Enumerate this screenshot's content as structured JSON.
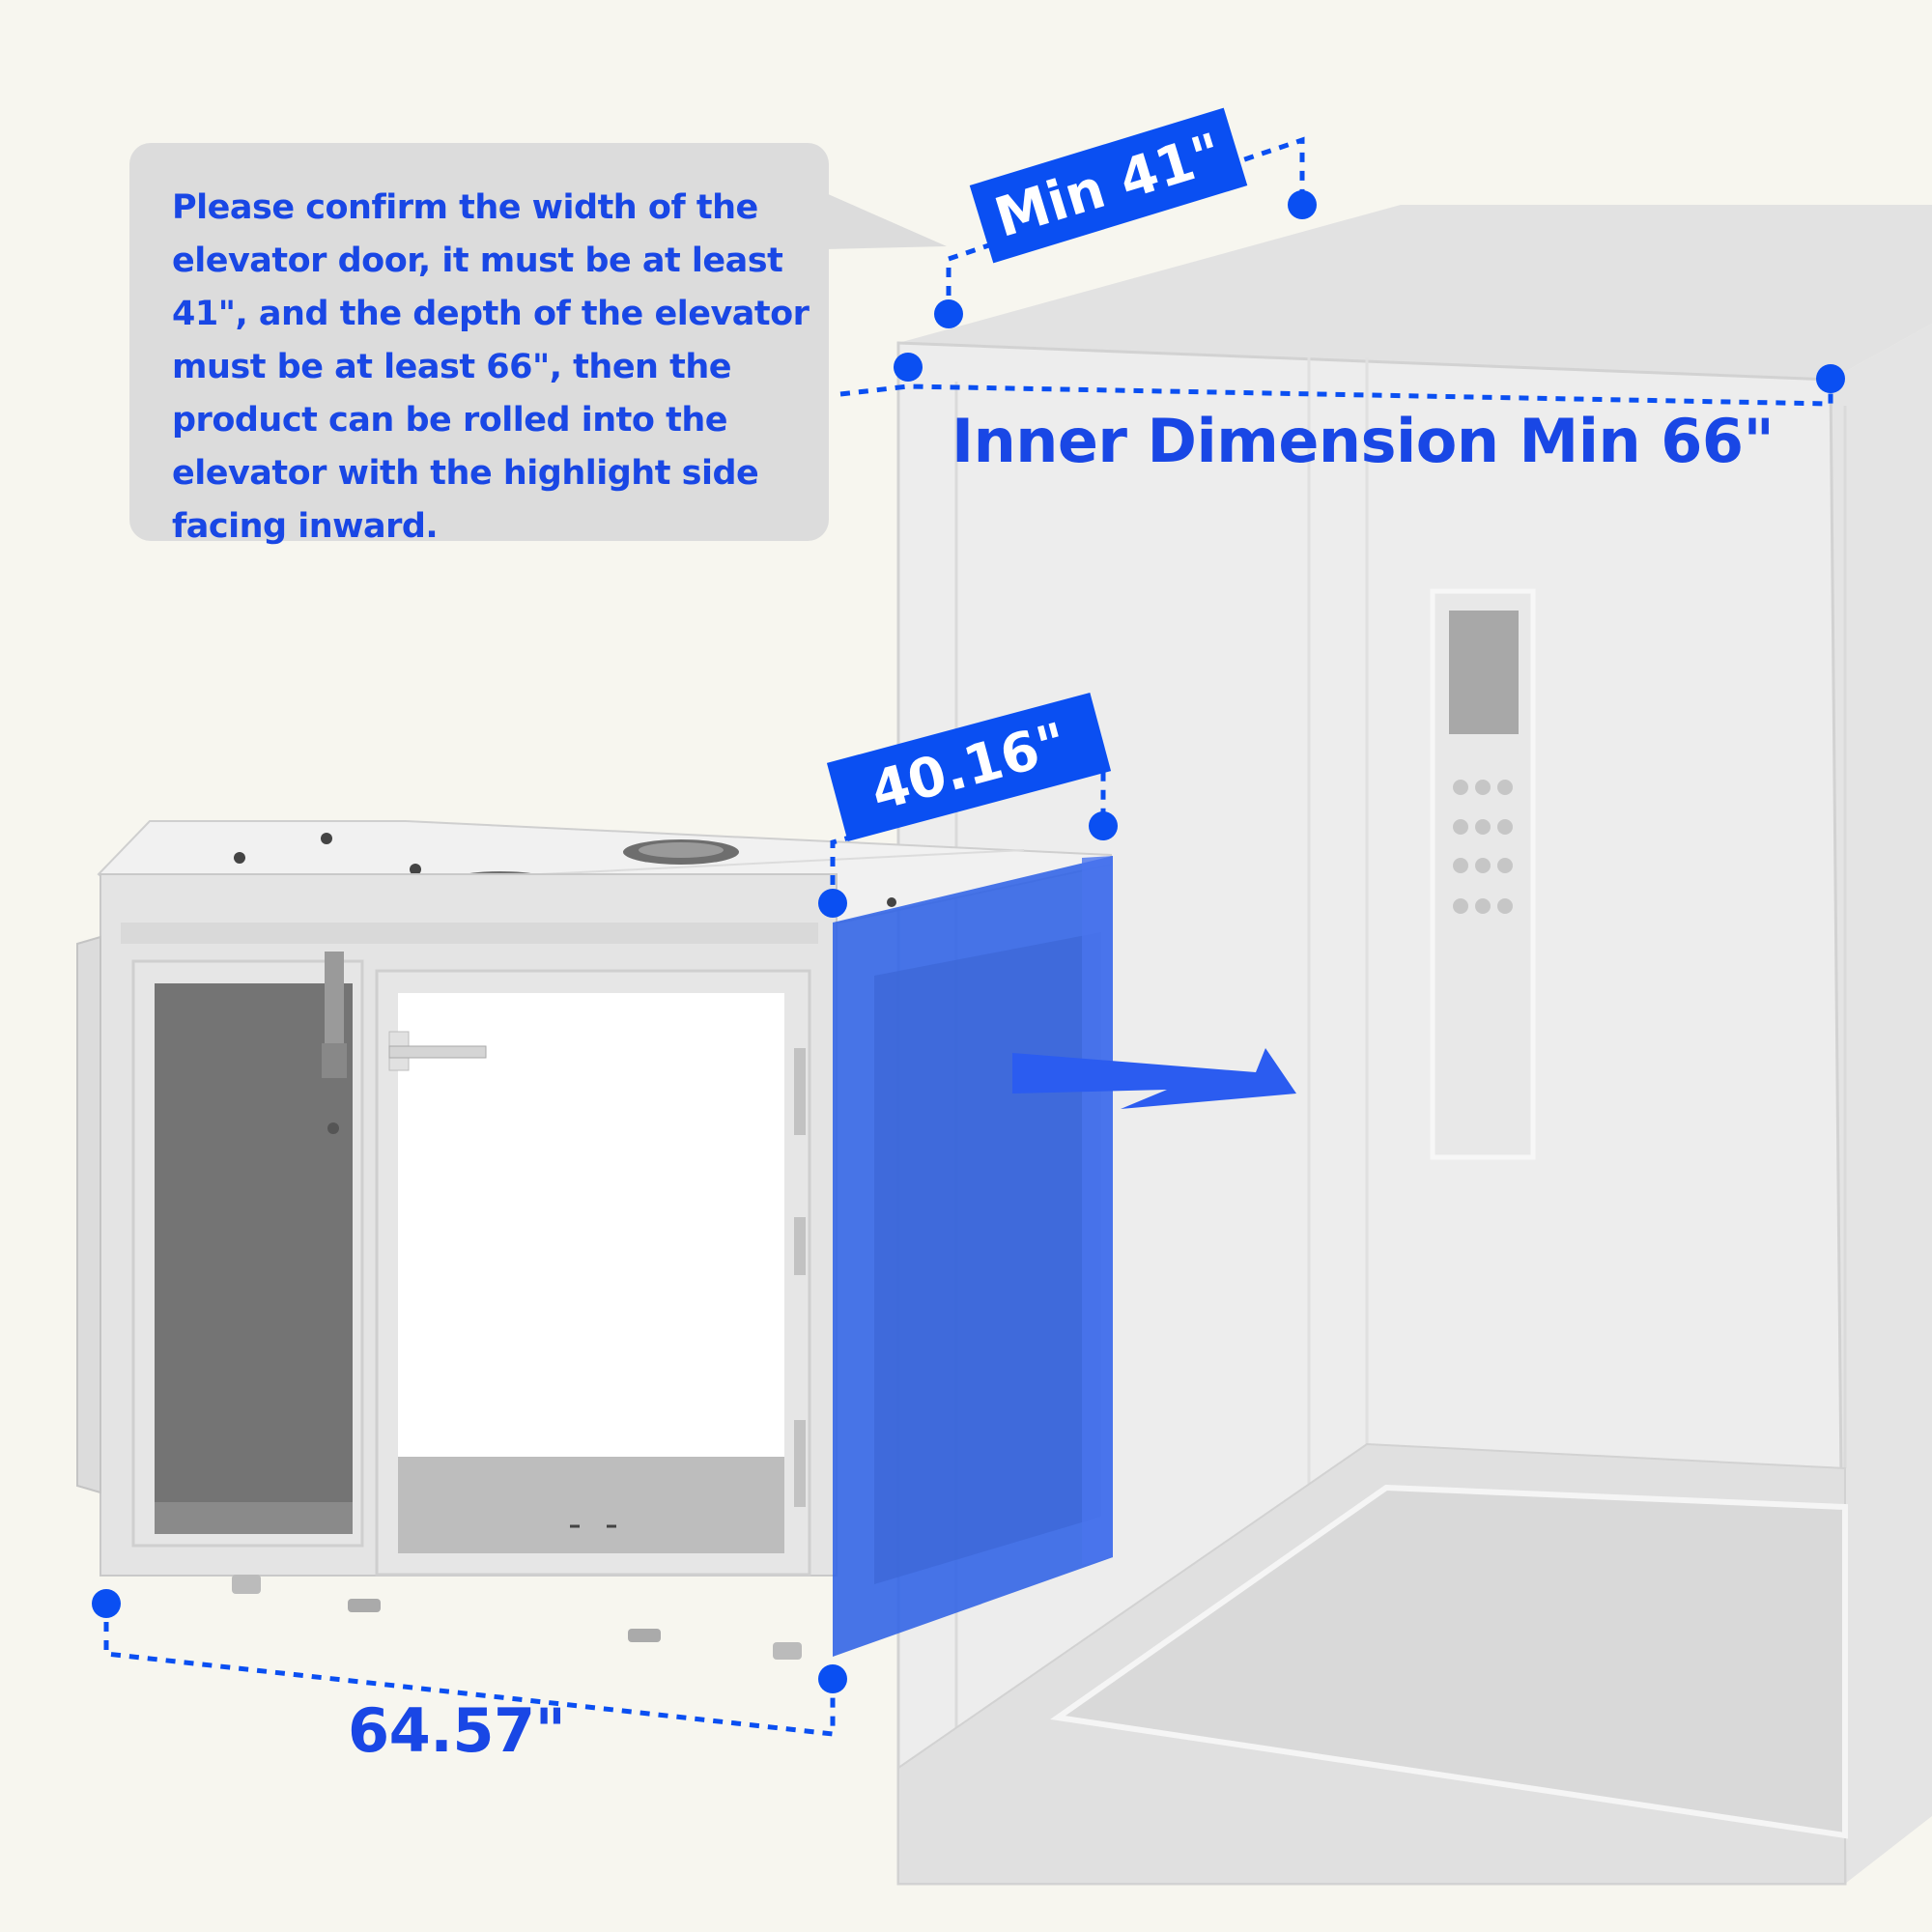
{
  "callout": {
    "text": "Please confirm the width of the elevator door, it must be at least 41\", and the depth of the elevator must be at least 66\", then the product can be rolled into the elevator with the highlight side facing inward."
  },
  "dimensions": {
    "door_width": "Min 41\"",
    "inner_depth": "Inner Dimension Min 66\"",
    "product_depth": "40.16\"",
    "product_width": "64.57\""
  },
  "colors": {
    "accent": "#0a4ff2",
    "callout_bg": "#dcdcdc",
    "highlight_side": "#2f62e6",
    "background": "#f7f6ef"
  },
  "icons": {
    "arrow": "arrow-right-icon",
    "elevator": "elevator-illustration",
    "product": "cabinet-illustration"
  }
}
